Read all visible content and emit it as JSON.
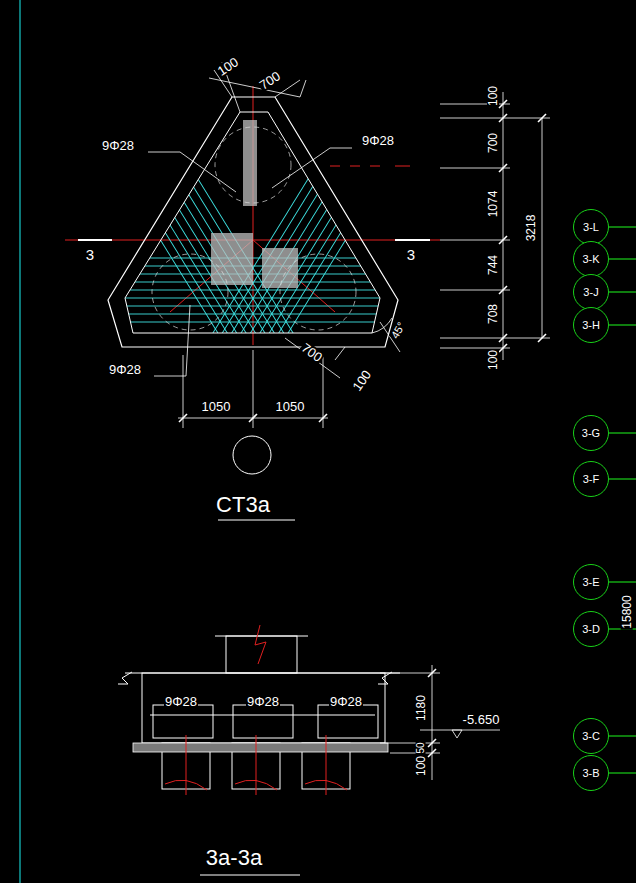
{
  "diagram": {
    "nodes": [
      {
        "text": [
          "3-L"
        ]
      },
      {
        "text": [
          "3-K"
        ]
      },
      {
        "text": [
          "3-J"
        ]
      },
      {
        "text": [
          "3-H"
        ]
      },
      {
        "text": [
          "3-G"
        ]
      },
      {
        "text": [
          "3-F"
        ]
      },
      {
        "text": [
          "3-E"
        ]
      },
      {
        "text": [
          "3-D"
        ]
      },
      {
        "text": [
          "3-C"
        ]
      },
      {
        "text": [
          "3-B"
        ]
      }
    ],
    "labels": [
      "100",
      "700",
      "9Φ28",
      "9Φ28",
      "3",
      "3",
      "9Φ28",
      "700",
      "100",
      "45°",
      "100",
      "700",
      "1074",
      "744",
      "708",
      "100",
      "3218",
      "1050",
      "1050",
      "CT3a",
      "9Φ28",
      "9Φ28",
      "9Φ28",
      "1180",
      "50",
      "100",
      "-5.650",
      "3a-3a",
      "15800"
    ]
  }
}
